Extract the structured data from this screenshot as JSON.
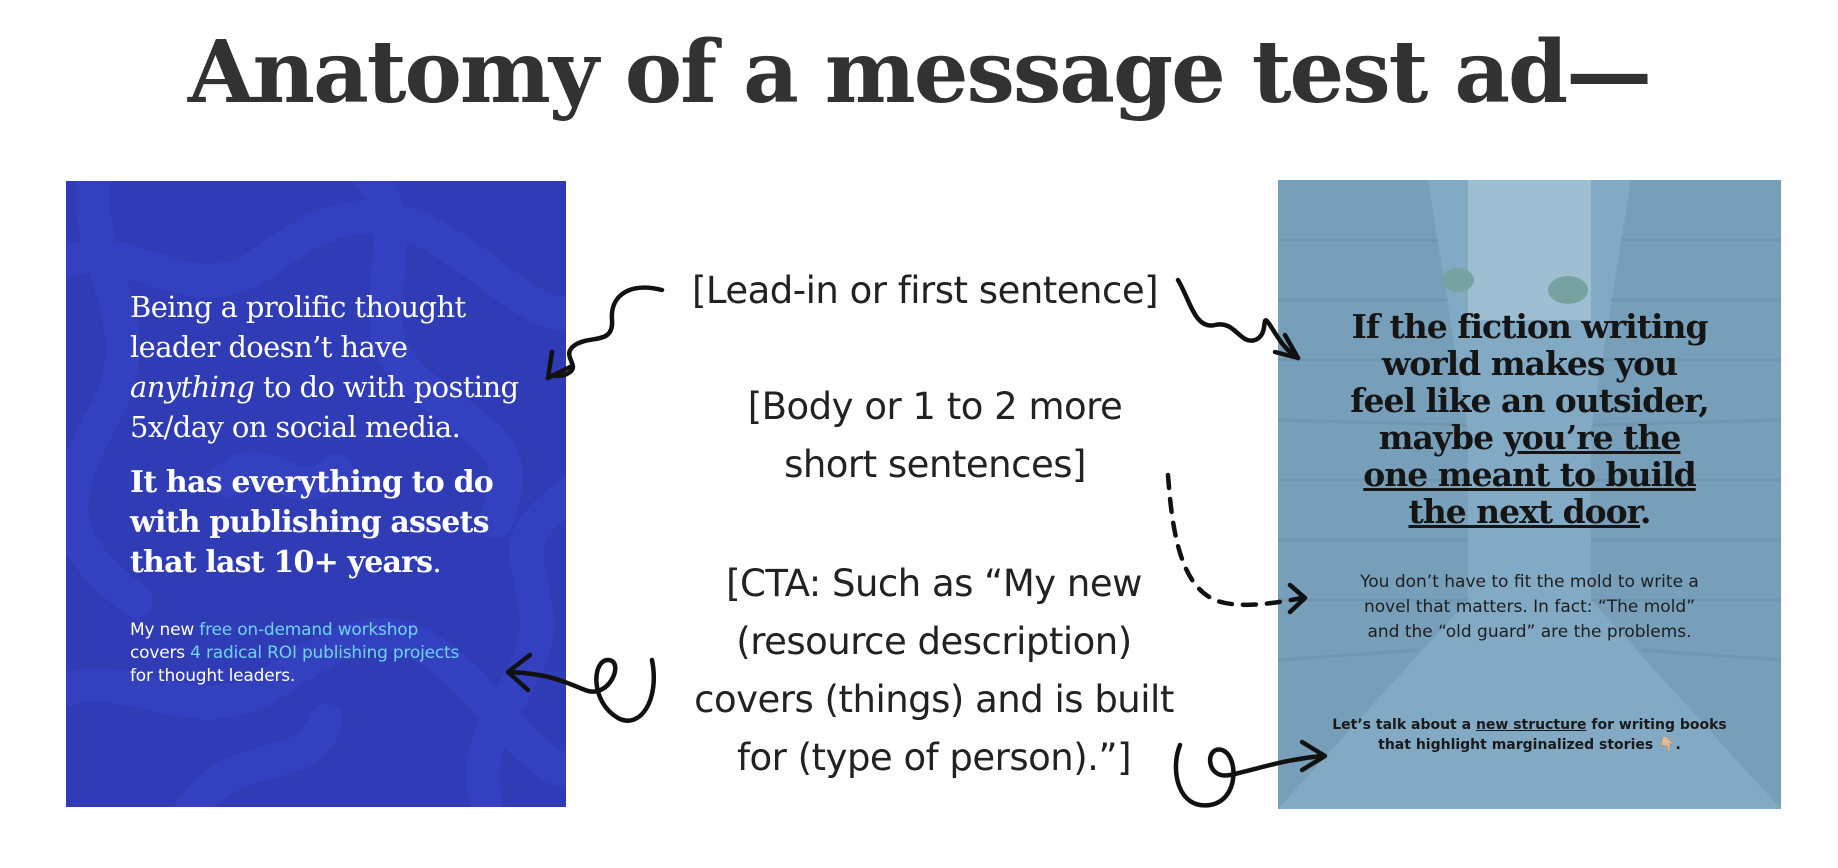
{
  "title": "Anatomy of a message test ad—",
  "left_ad": {
    "lead_line1": "Being a prolific thought",
    "lead_line2": "leader doesn’t have",
    "lead_em": "anything",
    "lead_line3_rest": " to do with posting",
    "lead_line4": "5x/day on social media.",
    "bold_line1": "It has everything to do",
    "bold_line2": "with publishing assets",
    "bold_line3": "that last 10+ years",
    "bold_period": ".",
    "cta_prefix": "My new ",
    "cta_link1": "free on-demand workshop",
    "cta_mid": "covers ",
    "cta_link2": "4 radical ROI publishing projects",
    "cta_suffix": "for thought leaders.",
    "colors": {
      "background": "#2f3cb6",
      "link": "#6fd3f0"
    }
  },
  "labels": {
    "lead": "[Lead-in or first sentence]",
    "body_line1": "[Body or 1 to 2 more",
    "body_line2": "short sentences]",
    "cta_line1": "[CTA: Such as “My new",
    "cta_line2": "(resource description)",
    "cta_line3": "covers (things) and is built",
    "cta_line4": "for (type of person).”]"
  },
  "right_ad": {
    "headline_line1": "If the fiction writing",
    "headline_line2": "world makes you",
    "headline_line3": "feel like an outsider,",
    "headline_line4_prefix": "maybe ",
    "headline_line4_ul": "you’re the",
    "headline_line5": "one meant to build",
    "headline_line6": "the next door",
    "headline_period": ".",
    "sub_line1": "You don’t have to fit the mold to write a",
    "sub_line2": "novel that matters. In fact: “The mold”",
    "sub_line3": "and the “old guard” are the problems.",
    "cta_prefix": "Let’s talk about a ",
    "cta_ul": "new structure",
    "cta_mid": " for writing books",
    "cta_line2": "that highlight marginalized stories",
    "cta_emoji": "👇🏼",
    "cta_end": ".",
    "colors": {
      "background": "#7fa8c2"
    }
  }
}
